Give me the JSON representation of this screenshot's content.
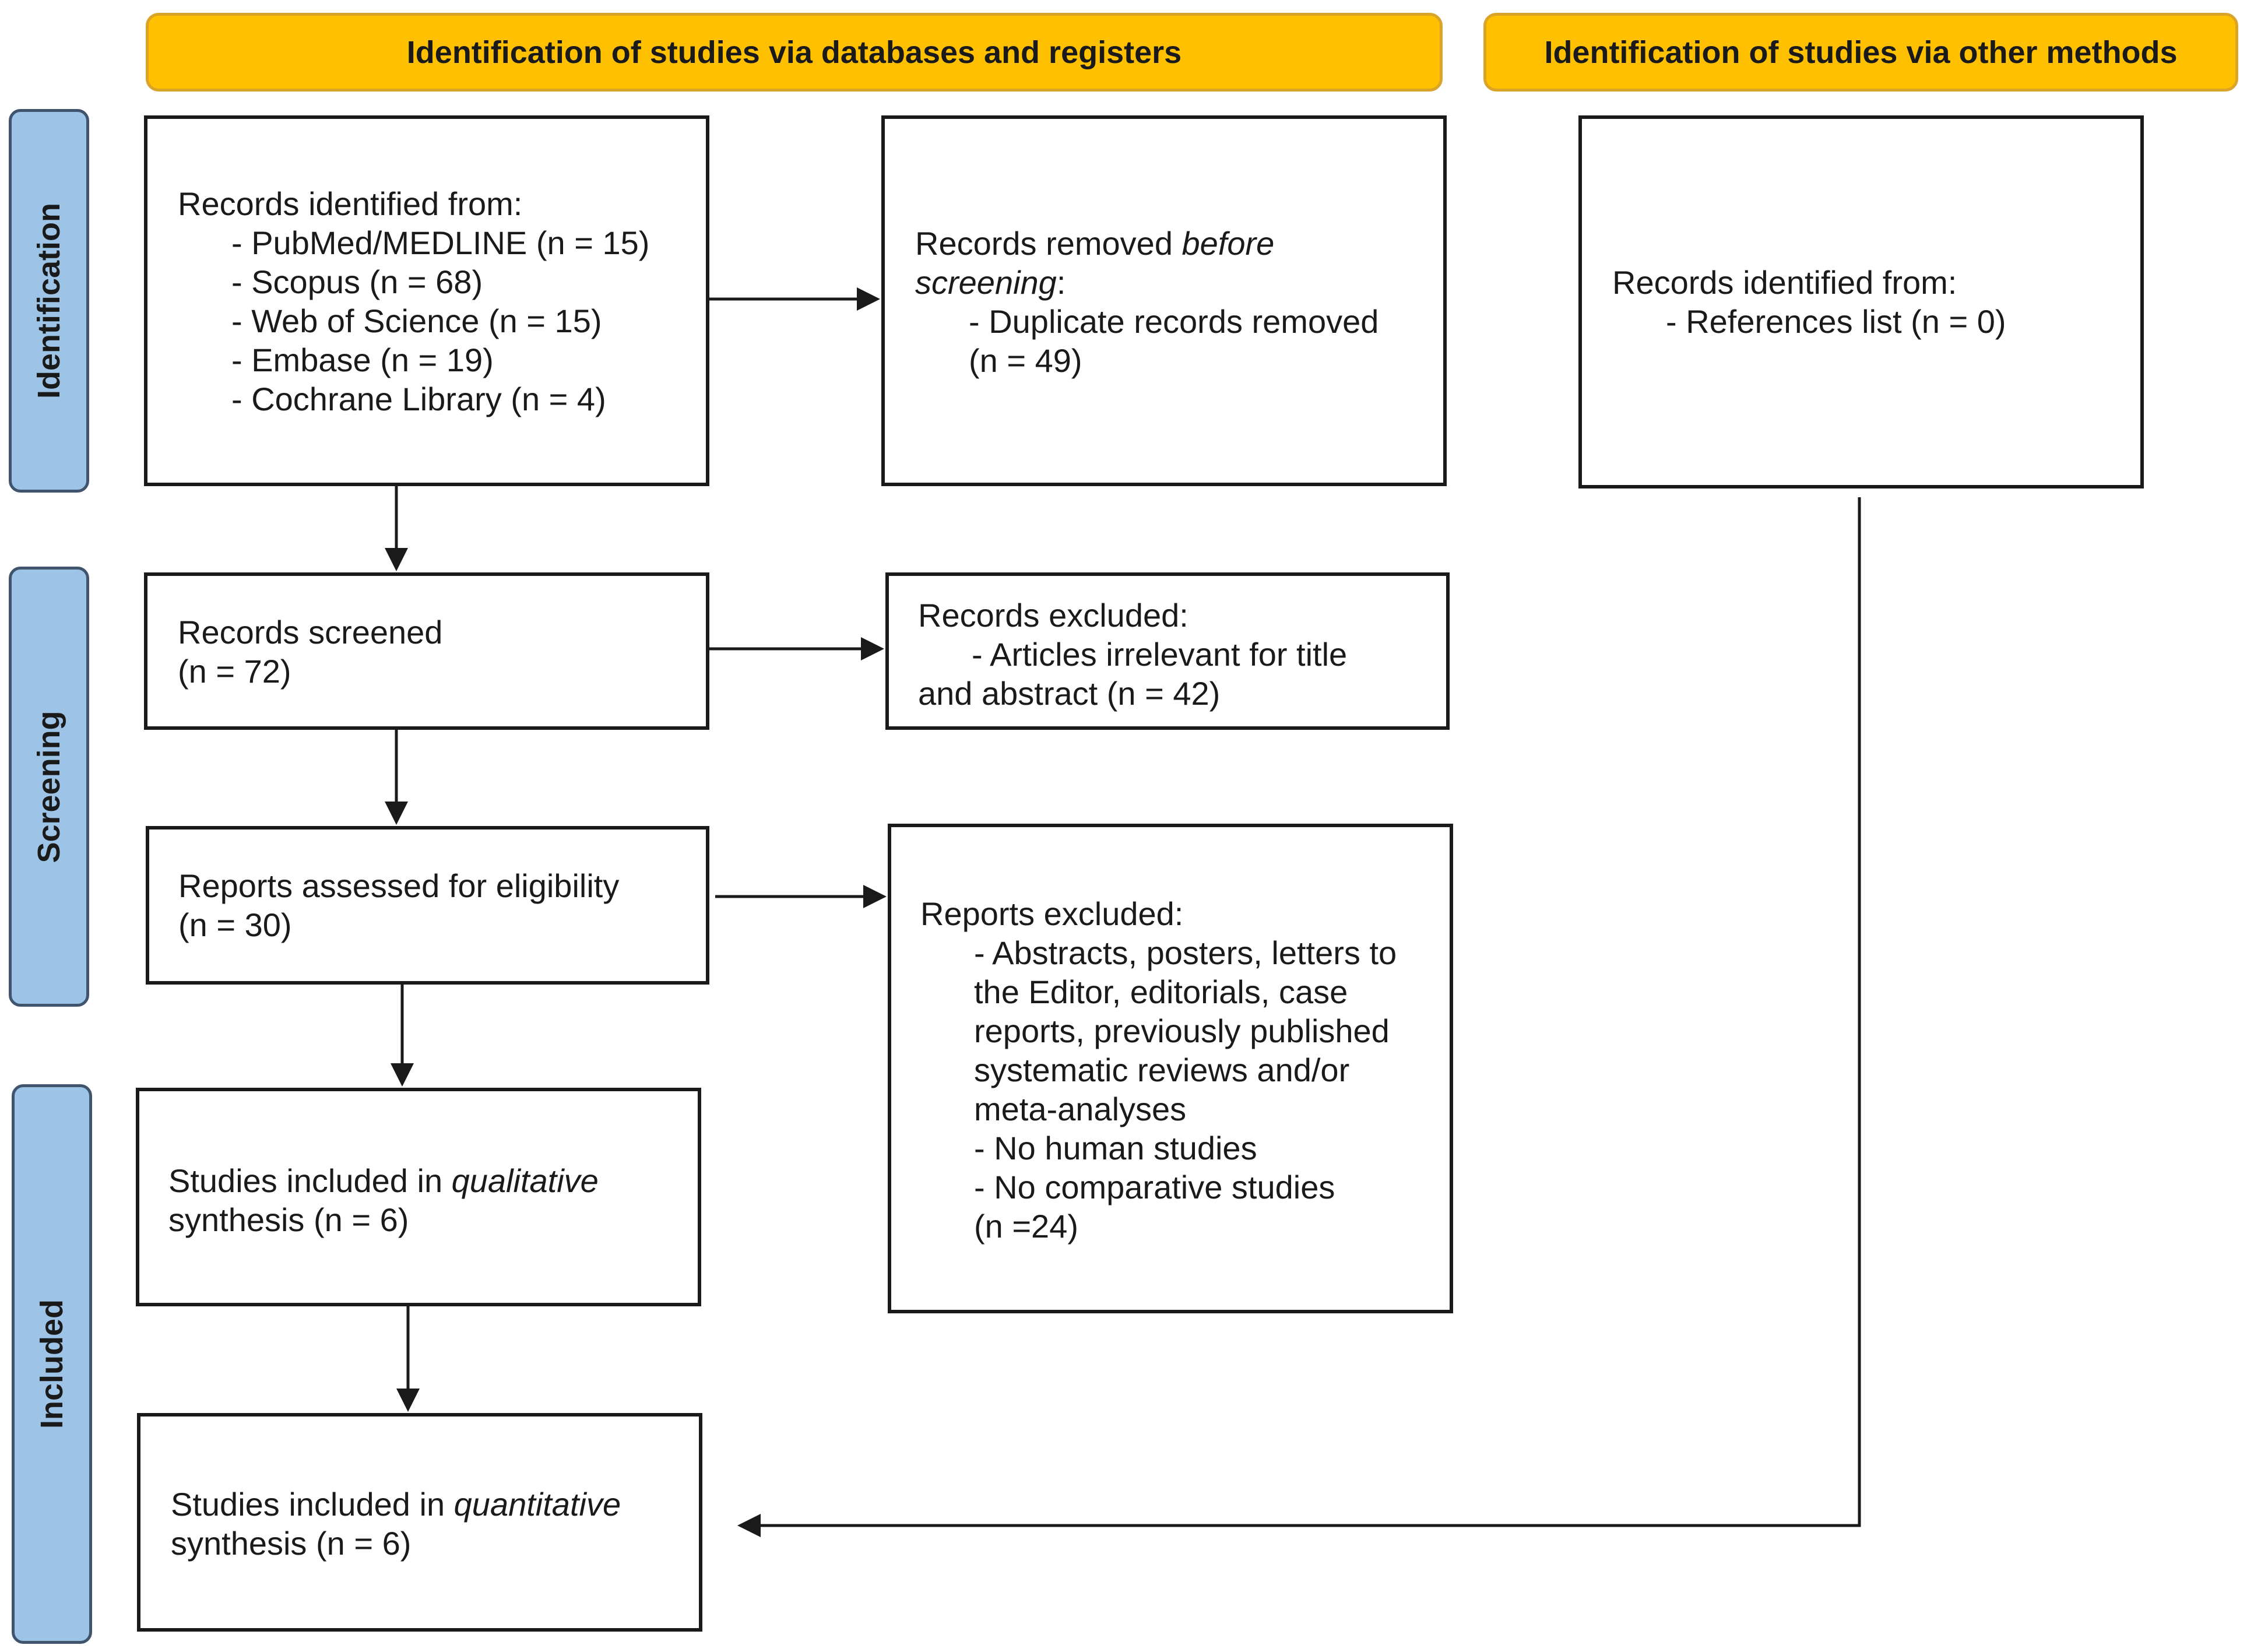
{
  "headers": {
    "databases": "Identification of studies via databases and registers",
    "other": "Identification of studies via other methods"
  },
  "stages": {
    "identification": "Identification",
    "screening": "Screening",
    "included": "Included"
  },
  "records_identified": {
    "title": "Records identified from:",
    "items": [
      "- PubMed/MEDLINE (n = 15)",
      "- Scopus (n = 68)",
      "- Web of Science (n = 15)",
      "- Embase (n = 19)",
      "- Cochrane Library (n = 4)"
    ]
  },
  "records_removed": {
    "title_prefix": "Records removed ",
    "title_emphasis": "before",
    "title_line2": "screening",
    "title_suffix": ":",
    "item_line1": "- Duplicate records removed",
    "item_line2": "(n = 49)"
  },
  "other_records": {
    "title": "Records identified from:",
    "item": "- References list (n = 0)"
  },
  "records_screened": {
    "line1": "Records screened",
    "line2": "(n = 72)"
  },
  "records_excluded": {
    "line1": "Records excluded:",
    "line2": "- Articles irrelevant for title",
    "line3": "and abstract (n = 42)"
  },
  "reports_assessed": {
    "line1": "Reports assessed for eligibility",
    "line2": "(n = 30)"
  },
  "reports_excluded": {
    "title": "Reports excluded:",
    "lines": [
      "- Abstracts, posters, letters to",
      "the Editor, editorials, case",
      "reports, previously published",
      "systematic reviews and/or",
      "meta-analyses",
      "- No human studies",
      "- No comparative studies",
      "(n =24)"
    ]
  },
  "qualitative": {
    "prefix": "Studies included in ",
    "emphasis": "qualitative",
    "line2": "synthesis (n = 6)"
  },
  "quantitative": {
    "prefix": "Studies included in ",
    "emphasis": "quantitative",
    "line2": "synthesis (n = 6)"
  },
  "colors": {
    "header_fill": "#ffc000",
    "stage_fill": "#9dc3e6",
    "stroke": "#1a1a1a"
  }
}
